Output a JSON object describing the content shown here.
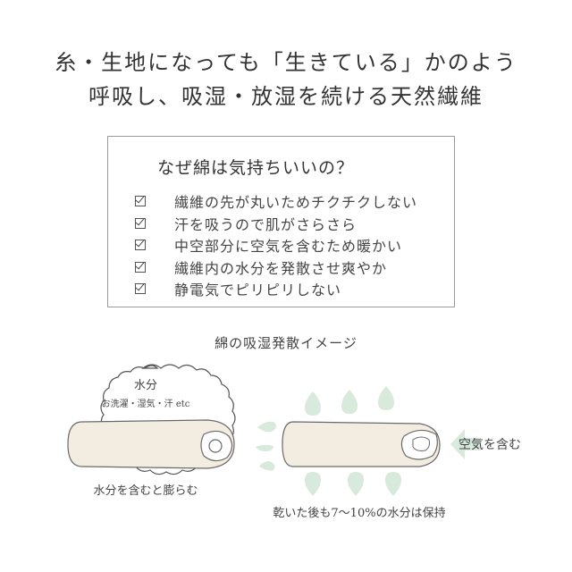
{
  "headline": {
    "line1": "糸・生地になっても「生きている」かのよう",
    "line2": "呼吸し、吸湿・放湿を続ける天然繊維"
  },
  "benefits_box": {
    "title": "なぜ綿は気持ちいいの？",
    "items": [
      "繊維の先が丸いためチクチクしない",
      "汗を吸うので肌がさらさら",
      "中空部分に空気を含むため暖かい",
      "繊維内の水分を発散させ爽やか",
      "静電気でピリピリしない"
    ]
  },
  "diagram": {
    "title": "綿の吸湿発散イメージ",
    "left": {
      "moisture_label": "水分",
      "moisture_sources": "お洗濯・湿気・汗 etc",
      "caption": "水分を含むと膨らむ"
    },
    "right": {
      "air_label": "空気を含む",
      "caption": "乾いた後も7〜10%の水分は保持"
    },
    "colors": {
      "fiber_fill": "#f3ece0",
      "fiber_stroke": "#6a6a6a",
      "droplet": "#d7eadb",
      "outline": "#555555"
    }
  }
}
